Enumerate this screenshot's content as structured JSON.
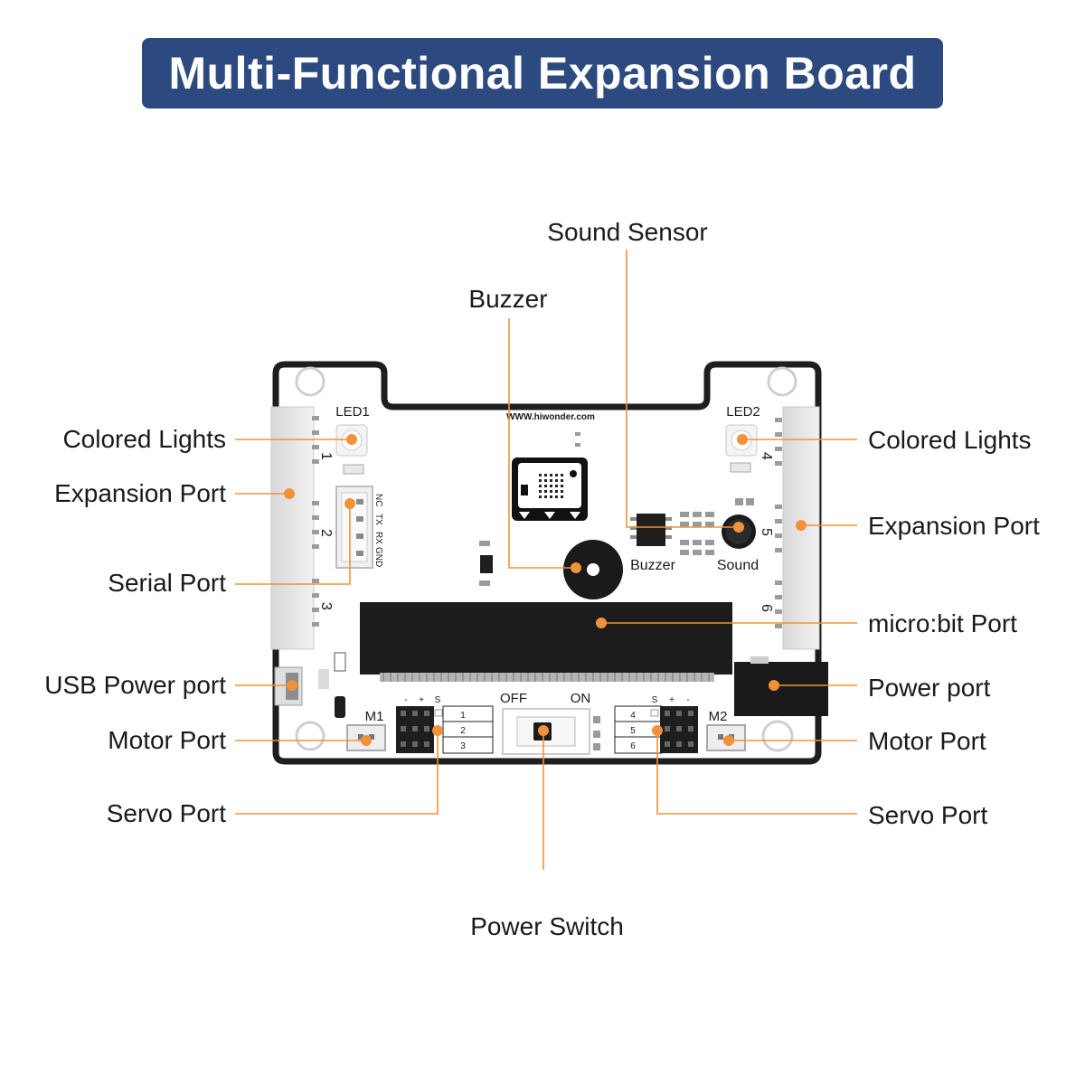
{
  "title": "Multi-Functional Expansion Board",
  "accent_color": "#f0923a",
  "banner_color": "#2d4a80",
  "labels": {
    "colored_lights_left": "Colored Lights",
    "expansion_port_left": "Expansion Port",
    "serial_port": "Serial Port",
    "usb_power_port": "USB Power port",
    "motor_port_left": "Motor Port",
    "servo_port_left": "Servo Port",
    "power_switch": "Power Switch",
    "buzzer": "Buzzer",
    "sound_sensor": "Sound Sensor",
    "colored_lights_right": "Colored Lights",
    "expansion_port_right": "Expansion Port",
    "microbit_port": "micro:bit Port",
    "power_port": "Power port",
    "motor_port_right": "Motor Port",
    "servo_port_right": "Servo Port"
  },
  "board_silkscreen": {
    "url": "WWW.hiwonder.com",
    "led1": "LED1",
    "led2": "LED2",
    "buzzer": "Buzzer",
    "sound": "Sound",
    "m1": "M1",
    "m2": "M2",
    "off": "OFF",
    "on": "ON",
    "serial_pins": [
      "NC",
      "TX",
      "RX",
      "GND"
    ],
    "left_port_numbers": [
      "1",
      "2",
      "3"
    ],
    "right_port_numbers": [
      "4",
      "5",
      "6"
    ],
    "servo_left_numbers": [
      "1",
      "2",
      "3"
    ],
    "servo_right_numbers": [
      "4",
      "5",
      "6"
    ],
    "servo_left_header": [
      "-",
      "+",
      "S"
    ],
    "servo_right_header": [
      "S",
      "+",
      "-"
    ]
  }
}
